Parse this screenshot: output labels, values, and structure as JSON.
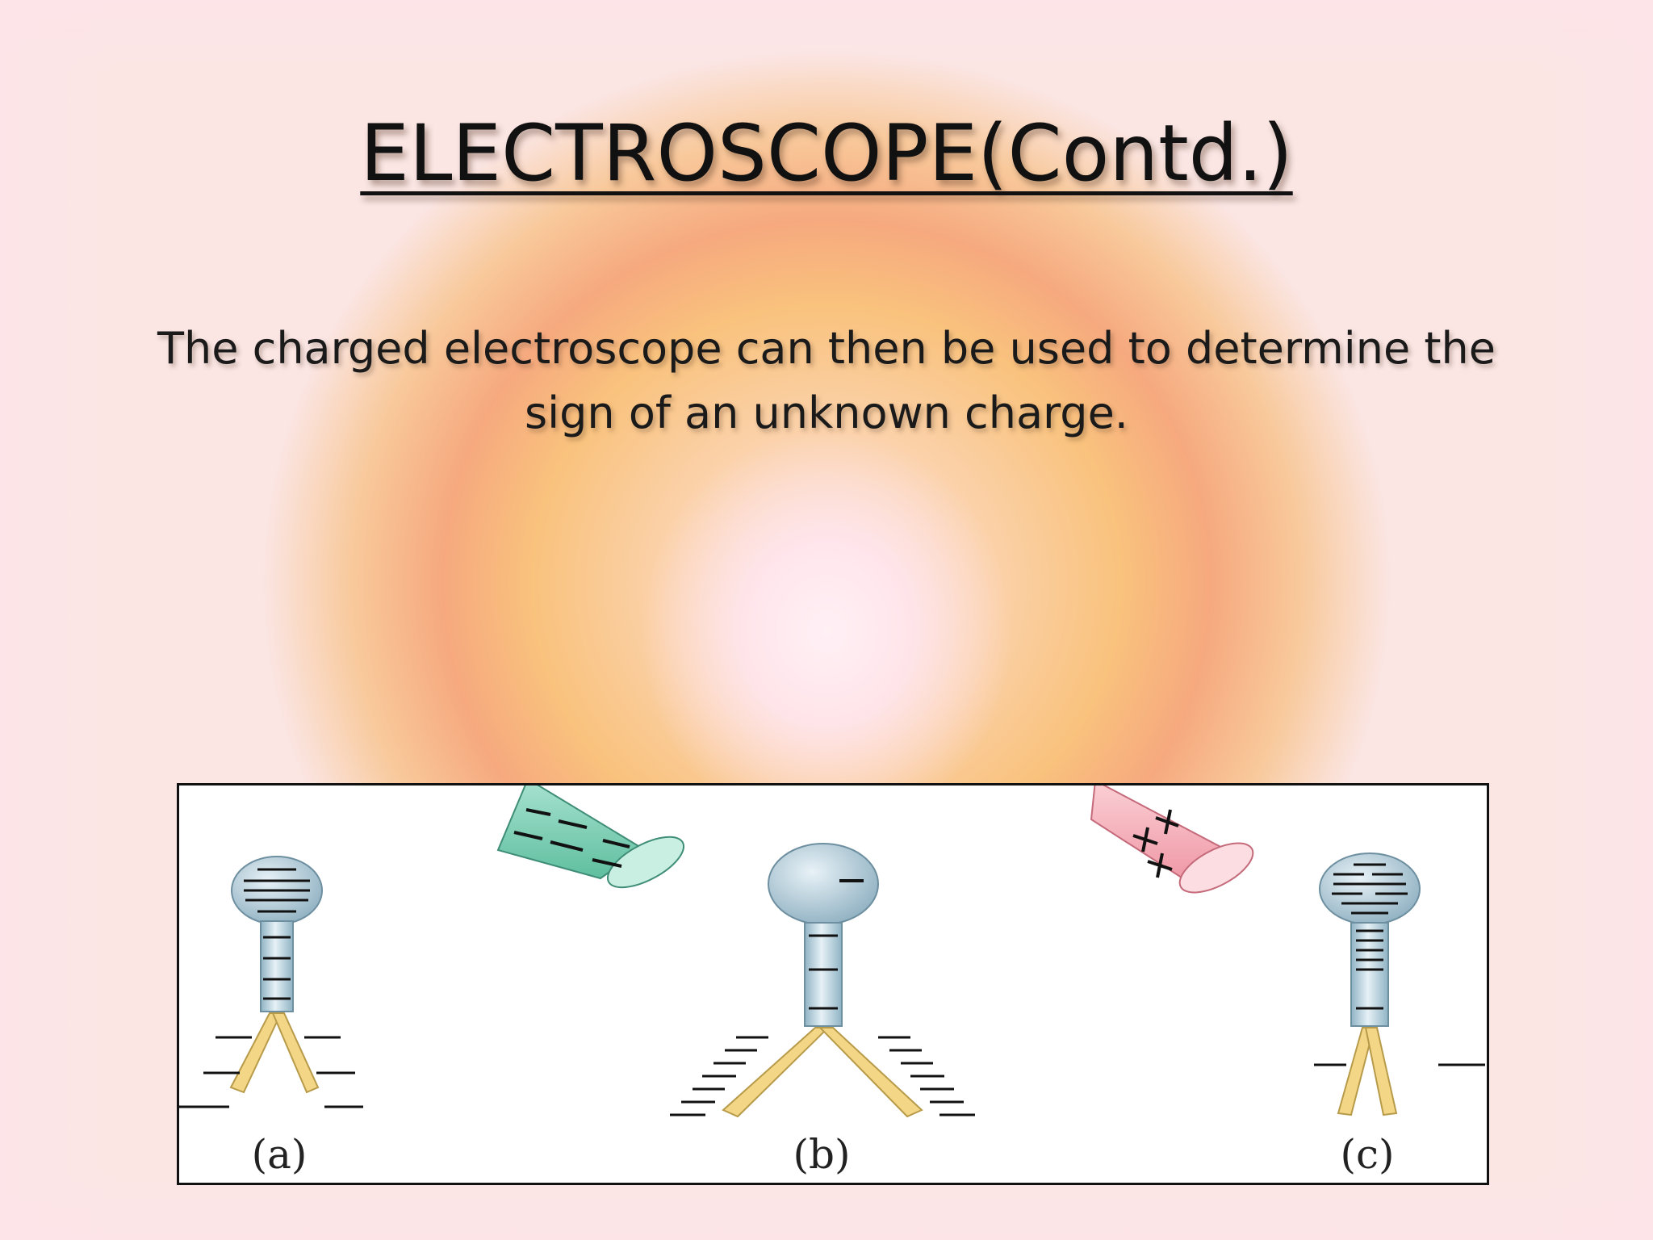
{
  "slide": {
    "title": "ELECTROSCOPE(Contd.)",
    "body_line1": "The charged electroscope can then be used to determine the",
    "body_line2": "sign of an unknown charge."
  },
  "figure": {
    "panel_labels": [
      "(a)",
      "(b)",
      "(c)"
    ],
    "rod_negative_symbol": "—",
    "rod_positive_symbol": "+",
    "colors": {
      "negative_rod": "#7dcfb6",
      "positive_rod": "#f4aeb8",
      "electroscope_metal": "#b9d3df",
      "leaves": "#f3d787",
      "slide_text": "#111111"
    }
  }
}
